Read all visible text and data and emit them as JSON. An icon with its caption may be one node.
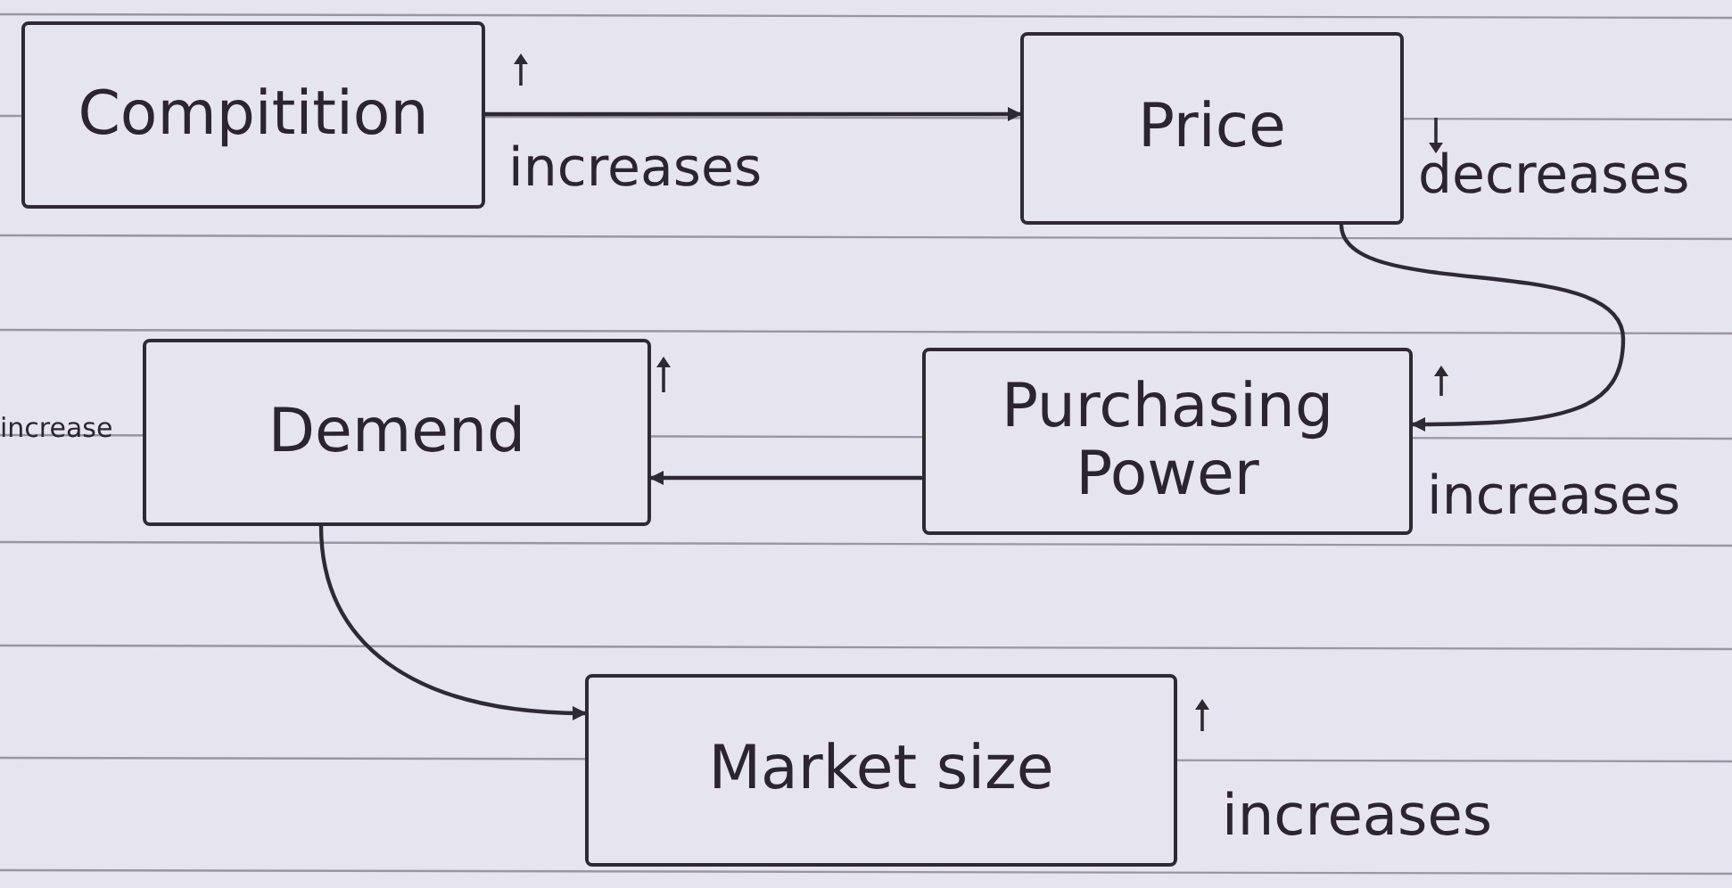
{
  "diagram": {
    "nodes": [
      {
        "text": [
          "Compitition"
        ],
        "beside": [
          "increases"
        ]
      },
      {
        "text": [
          "Price"
        ],
        "beside": [
          "decreases"
        ]
      },
      {
        "text": [
          "Demend"
        ],
        "beside": [
          "increase"
        ]
      },
      {
        "text": [
          "Purchasing Power"
        ],
        "beside": [
          "increases"
        ]
      },
      {
        "text": [
          "Market size"
        ],
        "beside": [
          "increases"
        ]
      }
    ],
    "edges": [
      {
        "from": 0,
        "to": 1,
        "arrow": "to"
      },
      {
        "from": 1,
        "to": 3,
        "arrow": "to"
      },
      {
        "from": 3,
        "to": 2,
        "arrow": "to"
      },
      {
        "from": 2,
        "to": 4,
        "arrow": "to"
      }
    ]
  }
}
